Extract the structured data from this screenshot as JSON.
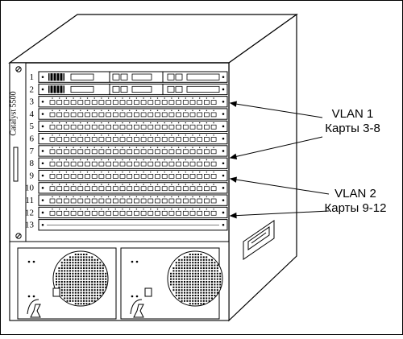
{
  "chassis": {
    "brand": "Catalyst 5500",
    "slot_numbers": [
      "1",
      "2",
      "3",
      "4",
      "5",
      "6",
      "7",
      "8",
      "9",
      "10",
      "11",
      "12",
      "13"
    ]
  },
  "annotations": {
    "vlan1": {
      "name": "VLAN 1",
      "cards": "Карты 3-8"
    },
    "vlan2": {
      "name": "VLAN 2",
      "cards": "Карты 9-12"
    }
  },
  "colors": {
    "ink": "#000000",
    "paper": "#ffffff"
  }
}
